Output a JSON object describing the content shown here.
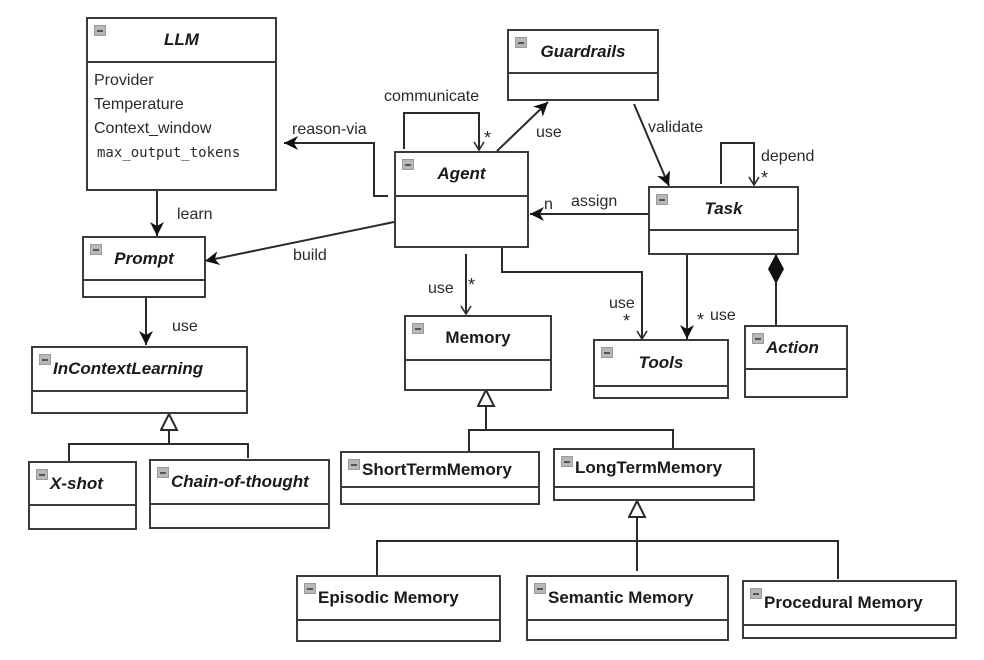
{
  "diagram": {
    "type": "UML class diagram",
    "classes": {
      "llm": {
        "name": "LLM",
        "attributes": [
          "Provider",
          "Temperature",
          "Context_window",
          "max_output_tokens"
        ]
      },
      "guardrails": {
        "name": "Guardrails"
      },
      "agent": {
        "name": "Agent"
      },
      "task": {
        "name": "Task"
      },
      "prompt": {
        "name": "Prompt"
      },
      "in_context_learning": {
        "name": "InContextLearning"
      },
      "x_shot": {
        "name": "X-shot"
      },
      "chain_of_thought": {
        "name": "Chain-of-thought"
      },
      "memory": {
        "name": "Memory"
      },
      "tools": {
        "name": "Tools"
      },
      "action": {
        "name": "Action"
      },
      "short_term_memory": {
        "name": "ShortTermMemory"
      },
      "long_term_memory": {
        "name": "LongTermMemory"
      },
      "episodic_memory": {
        "name": "Episodic Memory"
      },
      "semantic_memory": {
        "name": "Semantic Memory"
      },
      "procedural_memory": {
        "name": "Procedural Memory"
      }
    },
    "relations": {
      "agent_llm": {
        "from": "Agent",
        "to": "LLM",
        "label": "reason-via",
        "kind": "association"
      },
      "agent_self": {
        "from": "Agent",
        "to": "Agent",
        "label": "communicate",
        "multiplicity": "*",
        "kind": "association"
      },
      "agent_guardrails": {
        "from": "Agent",
        "to": "Guardrails",
        "label": "use",
        "kind": "association"
      },
      "guardrails_task": {
        "from": "Guardrails",
        "to": "Task",
        "label": "validate",
        "kind": "association"
      },
      "task_self": {
        "from": "Task",
        "to": "Task",
        "label": "depend",
        "multiplicity": "*",
        "kind": "association"
      },
      "task_agent": {
        "from": "Task",
        "to": "Agent",
        "label": "assign",
        "multiplicity": "n",
        "kind": "association"
      },
      "llm_prompt": {
        "from": "LLM",
        "to": "Prompt",
        "label": "learn",
        "kind": "association"
      },
      "agent_prompt": {
        "from": "Agent",
        "to": "Prompt",
        "label": "build",
        "kind": "association"
      },
      "prompt_icl": {
        "from": "Prompt",
        "to": "InContextLearning",
        "label": "use",
        "kind": "association"
      },
      "agent_memory": {
        "from": "Agent",
        "to": "Memory",
        "label": "use",
        "multiplicity": "*",
        "kind": "association"
      },
      "agent_tools": {
        "from": "Agent",
        "to": "Tools",
        "label": "use",
        "multiplicity": "*",
        "kind": "association"
      },
      "task_tools": {
        "from": "Task",
        "to": "Tools",
        "label": "use",
        "multiplicity": "*",
        "kind": "association"
      },
      "task_action": {
        "from": "Task",
        "to": "Action",
        "kind": "composition"
      },
      "xshot_icl": {
        "from": "X-shot",
        "to": "InContextLearning",
        "kind": "generalization"
      },
      "cot_icl": {
        "from": "Chain-of-thought",
        "to": "InContextLearning",
        "kind": "generalization"
      },
      "stm_memory": {
        "from": "ShortTermMemory",
        "to": "Memory",
        "kind": "generalization"
      },
      "ltm_memory": {
        "from": "LongTermMemory",
        "to": "Memory",
        "kind": "generalization"
      },
      "episodic_ltm": {
        "from": "Episodic Memory",
        "to": "LongTermMemory",
        "kind": "generalization"
      },
      "semantic_ltm": {
        "from": "Semantic Memory",
        "to": "LongTermMemory",
        "kind": "generalization"
      },
      "procedural_ltm": {
        "from": "Procedural Memory",
        "to": "LongTermMemory",
        "kind": "generalization"
      }
    }
  }
}
